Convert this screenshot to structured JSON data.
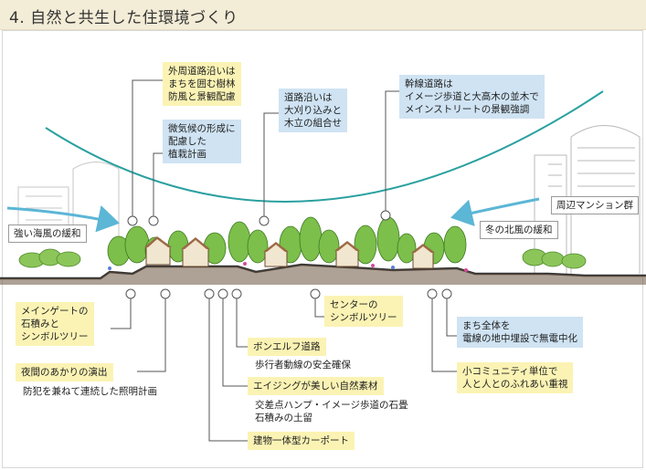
{
  "header": {
    "title": "4. 自然と共生した住環境づくり"
  },
  "colors": {
    "header_bg": "#f3ecd6",
    "label_yellow": "#fbf3b4",
    "label_blue": "#cfe3f3",
    "wind_arrow": "#5cb6d6",
    "sky_curve": "#2aa0a0",
    "tree_green": "#7cbf4a"
  },
  "labels": {
    "perimeter_road": [
      "外周道路沿いは",
      "まちを囲む樹林",
      "防風と景観配慮"
    ],
    "microclimate": [
      "微気候の形成に",
      "配慮した",
      "植栽計画"
    ],
    "roadside": [
      "道路沿いは",
      "大刈り込みと",
      "木立の組合せ"
    ],
    "trunk_road": [
      "幹線道路は",
      "イメージ歩道と大高木の並木で",
      "メインストリートの景観強調"
    ],
    "sea_wind": "強い海風の緩和",
    "north_wind": "冬の北風の緩和",
    "mansions": "周辺マンション群",
    "main_gate": [
      "メインゲートの",
      "石積みと",
      "シンボルツリー"
    ],
    "night_light_title": "夜間のあかりの演出",
    "night_light_desc": "防犯を兼ねて連続した照明計画",
    "woonerf_title": "ボンエルフ道路",
    "woonerf_desc": "歩行者動線の安全確保",
    "aging_title": "エイジングが美しい自然素材",
    "aging_desc": [
      "交差点ハンプ・イメージ歩道の石畳",
      "石積みの土留"
    ],
    "carport": "建物一体型カーポート",
    "center_tree": [
      "センターの",
      "シンボルツリー"
    ],
    "underground": [
      "まち全体を",
      "電線の地中埋設で無電中化"
    ],
    "community": [
      "小コミュニティ単位で",
      "人と人とのふれあい重視"
    ]
  }
}
